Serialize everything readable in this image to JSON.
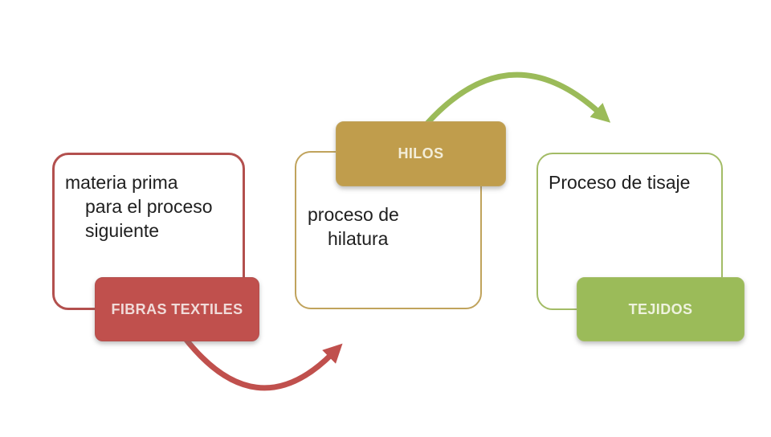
{
  "colors": {
    "red": "#c0504d",
    "red-border": "#b3504e",
    "red-label-text": "#f0dbd9",
    "gold": "#c09d4c",
    "gold-border": "#c0a35c",
    "gold-label-text": "#f3edd8",
    "green": "#9bbb59",
    "green-border": "#a3bc66",
    "green-label-text": "#eef2de",
    "ink": "#1f1f1f",
    "bg": "#ffffff"
  },
  "diagram": {
    "stages": [
      {
        "id": "fibras-textiles",
        "label": "FIBRAS TEXTILES",
        "accent": "#c0504d",
        "note_lines": [
          "materia prima",
          "para el proceso",
          "siguiente"
        ]
      },
      {
        "id": "hilos",
        "label": "HILOS",
        "accent": "#c09d4c",
        "note_lines": [
          "proceso de",
          "hilatura"
        ]
      },
      {
        "id": "tejidos",
        "label": "TEJIDOS",
        "accent": "#9bbb59",
        "note_lines": [
          "Proceso de tisaje"
        ]
      }
    ],
    "arrows": [
      {
        "id": "fibras-to-hilos",
        "from": "FIBRAS TEXTILES",
        "to": "HILOS",
        "color": "#c0504d",
        "direction": "up-right"
      },
      {
        "id": "hilos-to-tejidos",
        "from": "HILOS",
        "to": "TEJIDOS",
        "color": "#9bbb59",
        "direction": "down-right"
      }
    ]
  }
}
